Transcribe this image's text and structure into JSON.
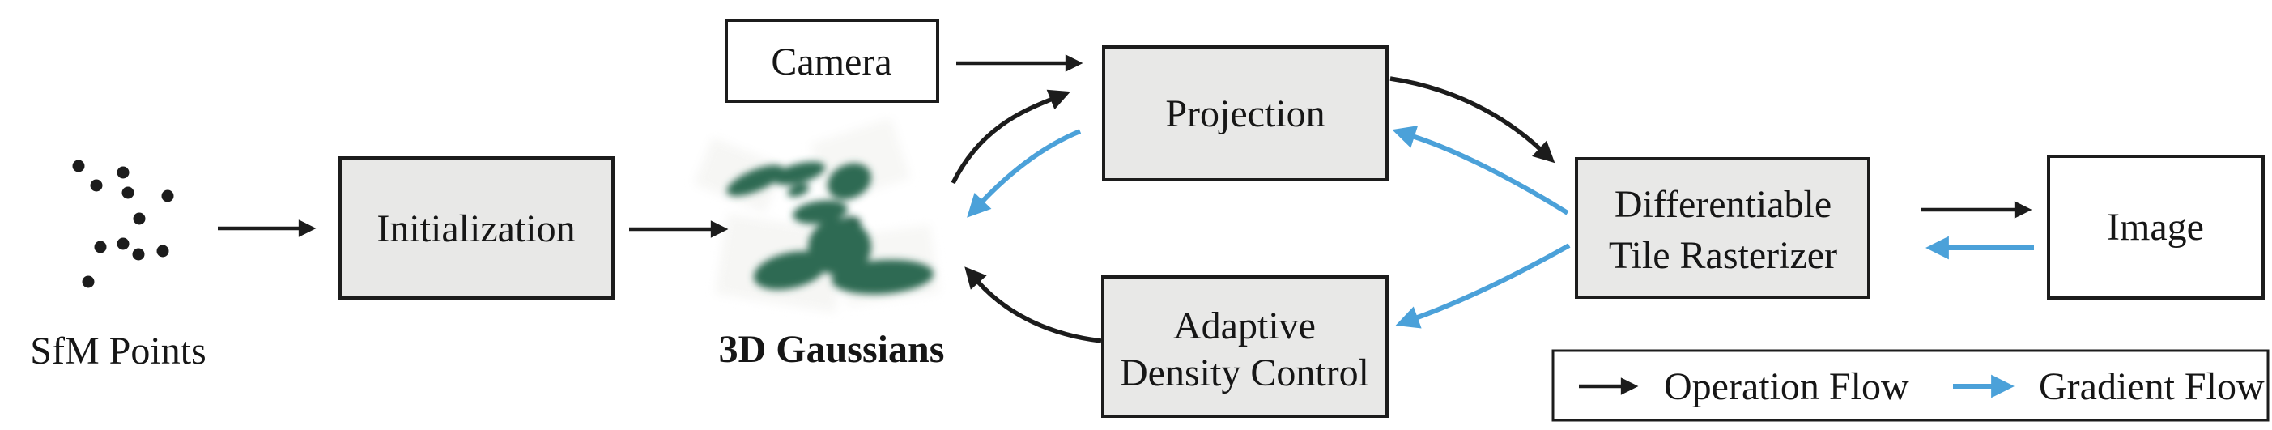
{
  "figure": {
    "nodes": {
      "sfm_points_label": "SfM Points",
      "initialization_label": "Initialization",
      "gaussians_label": "3D Gaussians",
      "camera_label": "Camera",
      "projection_label": "Projection",
      "adaptive_line1": "Adaptive",
      "adaptive_line2": "Density Control",
      "rasterizer_line1": "Differentiable",
      "rasterizer_line2": "Tile Rasterizer",
      "image_label": "Image"
    },
    "legend": {
      "operation_flow_label": "Operation Flow",
      "gradient_flow_label": "Gradient Flow"
    },
    "colors": {
      "operation_flow_black": "#1c1c1c",
      "gradient_flow_blue": "#4ba1d9",
      "box_fill_gray": "#e8e8e7",
      "box_fill_white": "#ffffff",
      "gaussian_green": "#2e6b52"
    }
  }
}
